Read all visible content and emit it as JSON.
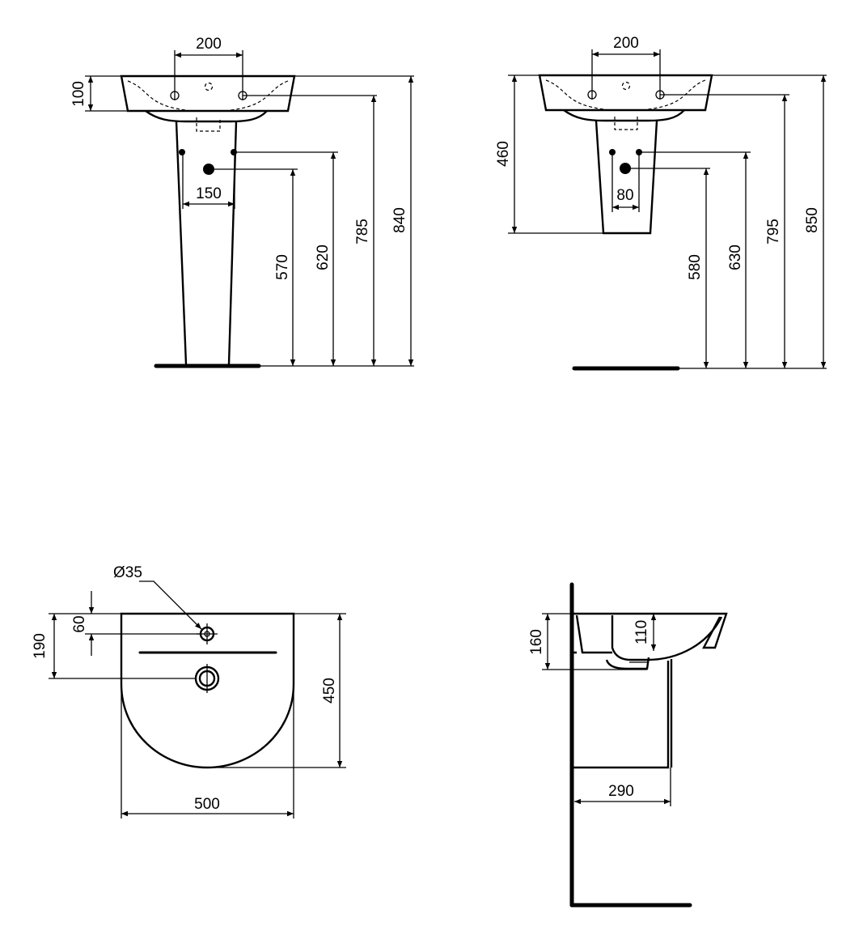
{
  "views": {
    "front_pedestal": {
      "dims": {
        "tap_spacing": "200",
        "basin_height": "100",
        "fixing_spacing": "150",
        "waste_height": "570",
        "fixing_height": "620",
        "tap_height": "785",
        "overall_height": "840"
      }
    },
    "front_semi_pedestal": {
      "dims": {
        "tap_spacing": "200",
        "semi_pedestal_height": "460",
        "fixing_spacing": "80",
        "waste_height": "580",
        "fixing_height": "630",
        "tap_height": "795",
        "overall_height": "850"
      }
    },
    "plan": {
      "dims": {
        "tap_hole_diameter": "Ø35",
        "tap_hole_offset": "60",
        "waste_offset": "190",
        "depth": "450",
        "width": "500"
      }
    },
    "side": {
      "dims": {
        "basin_height": "160",
        "bowl_depth": "110",
        "pedestal_projection": "290"
      }
    }
  },
  "colors": {
    "line": "#000000",
    "background": "#ffffff"
  }
}
